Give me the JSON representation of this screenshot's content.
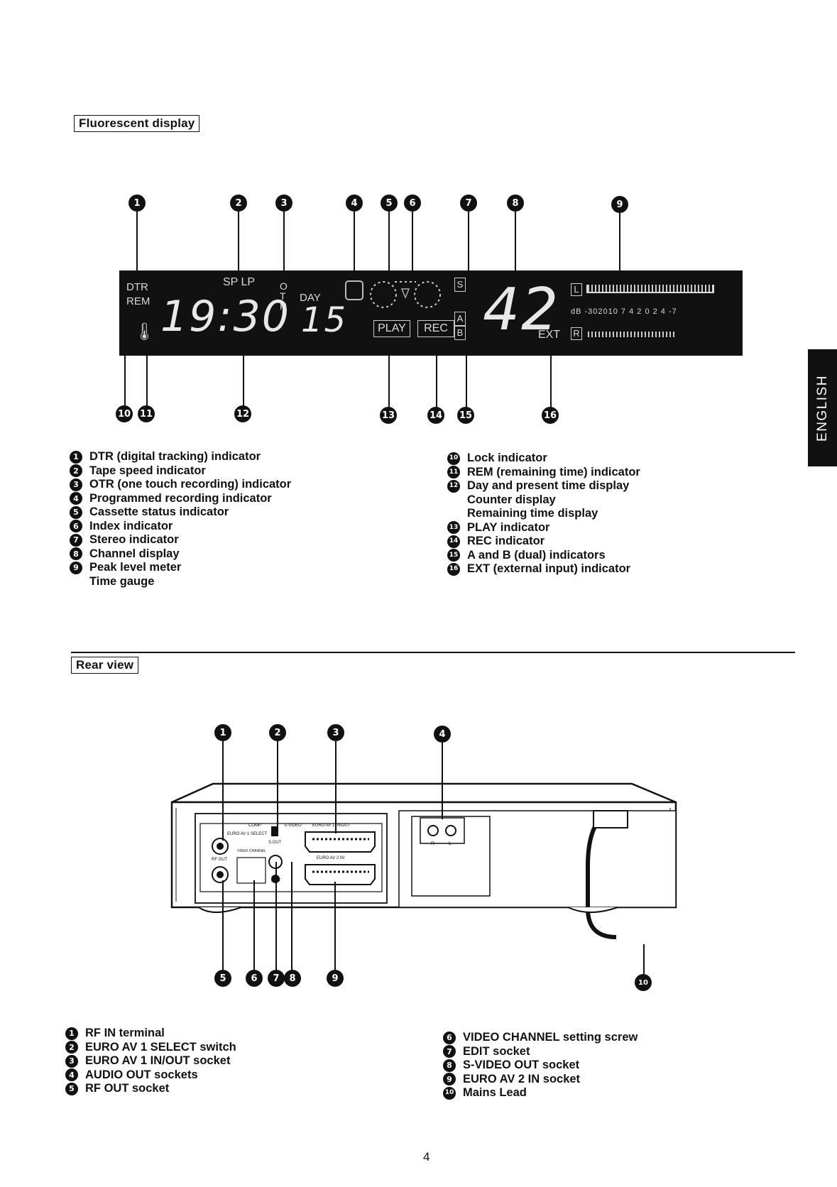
{
  "sections": {
    "fluorescent_title": "Fluorescent display",
    "rear_title": "Rear view"
  },
  "side_tab": "ENGLISH",
  "page_number": "4",
  "display": {
    "dtr": "DTR",
    "rem": "REM",
    "sp_lp": "SP LP",
    "otr": [
      "O",
      "T",
      "R"
    ],
    "day": "DAY",
    "time": "19:30",
    "day_value": "15",
    "s_ind": "S",
    "a_ind": "A",
    "b_ind": "B",
    "play": "PLAY",
    "rec": "REC",
    "channel": "42",
    "l_ind": "L",
    "r_ind": "R",
    "ext": "EXT",
    "db_scale": "dB -302010 7 4 2 0 2 4 -7"
  },
  "fluorescent_callouts_top": [
    "1",
    "2",
    "3",
    "4",
    "5",
    "6",
    "7",
    "8",
    "9"
  ],
  "fluorescent_callouts_bottom": [
    "10",
    "11",
    "12",
    "13",
    "14",
    "15",
    "16"
  ],
  "fluorescent_legend_left": [
    {
      "n": "1",
      "text": "DTR (digital tracking) indicator"
    },
    {
      "n": "2",
      "text": "Tape speed indicator"
    },
    {
      "n": "3",
      "text": "OTR (one touch recording) indicator"
    },
    {
      "n": "4",
      "text": "Programmed recording indicator"
    },
    {
      "n": "5",
      "text": "Cassette status indicator"
    },
    {
      "n": "6",
      "text": "Index indicator"
    },
    {
      "n": "7",
      "text": "Stereo indicator"
    },
    {
      "n": "8",
      "text": "Channel display"
    },
    {
      "n": "9",
      "text": "Peak level meter",
      "cont": "Time gauge"
    }
  ],
  "fluorescent_legend_right": [
    {
      "n": "10",
      "text": "Lock indicator"
    },
    {
      "n": "11",
      "text": "REM (remaining time) indicator"
    },
    {
      "n": "12",
      "text": "Day and present time display",
      "cont": "Counter display",
      "cont2": "Remaining time display"
    },
    {
      "n": "13",
      "text": "PLAY indicator"
    },
    {
      "n": "14",
      "text": "REC indicator"
    },
    {
      "n": "15",
      "text": "A and B (dual) indicators"
    },
    {
      "n": "16",
      "text": "EXT (external  input) indicator"
    }
  ],
  "rear_legend_left": [
    {
      "n": "1",
      "text": "RF IN terminal"
    },
    {
      "n": "2",
      "text": "EURO AV 1 SELECT switch"
    },
    {
      "n": "3",
      "text": "EURO AV 1 IN/OUT socket"
    },
    {
      "n": "4",
      "text": "AUDIO OUT sockets"
    },
    {
      "n": "5",
      "text": "RF OUT socket"
    }
  ],
  "rear_legend_right": [
    {
      "n": "6",
      "text": "VIDEO CHANNEL setting screw"
    },
    {
      "n": "7",
      "text": "EDIT socket"
    },
    {
      "n": "8",
      "text": "S-VIDEO OUT socket"
    },
    {
      "n": "9",
      "text": "EURO AV 2 IN socket"
    },
    {
      "n": "10",
      "text": "Mains Lead"
    }
  ],
  "rear_panel_labels": {
    "comp": "COMP",
    "svideo": "S-VIDEO",
    "euro_av1_select": "EURO AV 1 SELECT",
    "euro_av1_inout": "EURO AV 1 IN/OUT",
    "euro_av2_in": "EURO AV 2 IN",
    "rf_out": "RF OUT",
    "video_channel": "VIDEO CHANNEL",
    "edit": "EDIT",
    "s_out": "S.OUT",
    "audio_r": "R",
    "audio_l": "L"
  }
}
